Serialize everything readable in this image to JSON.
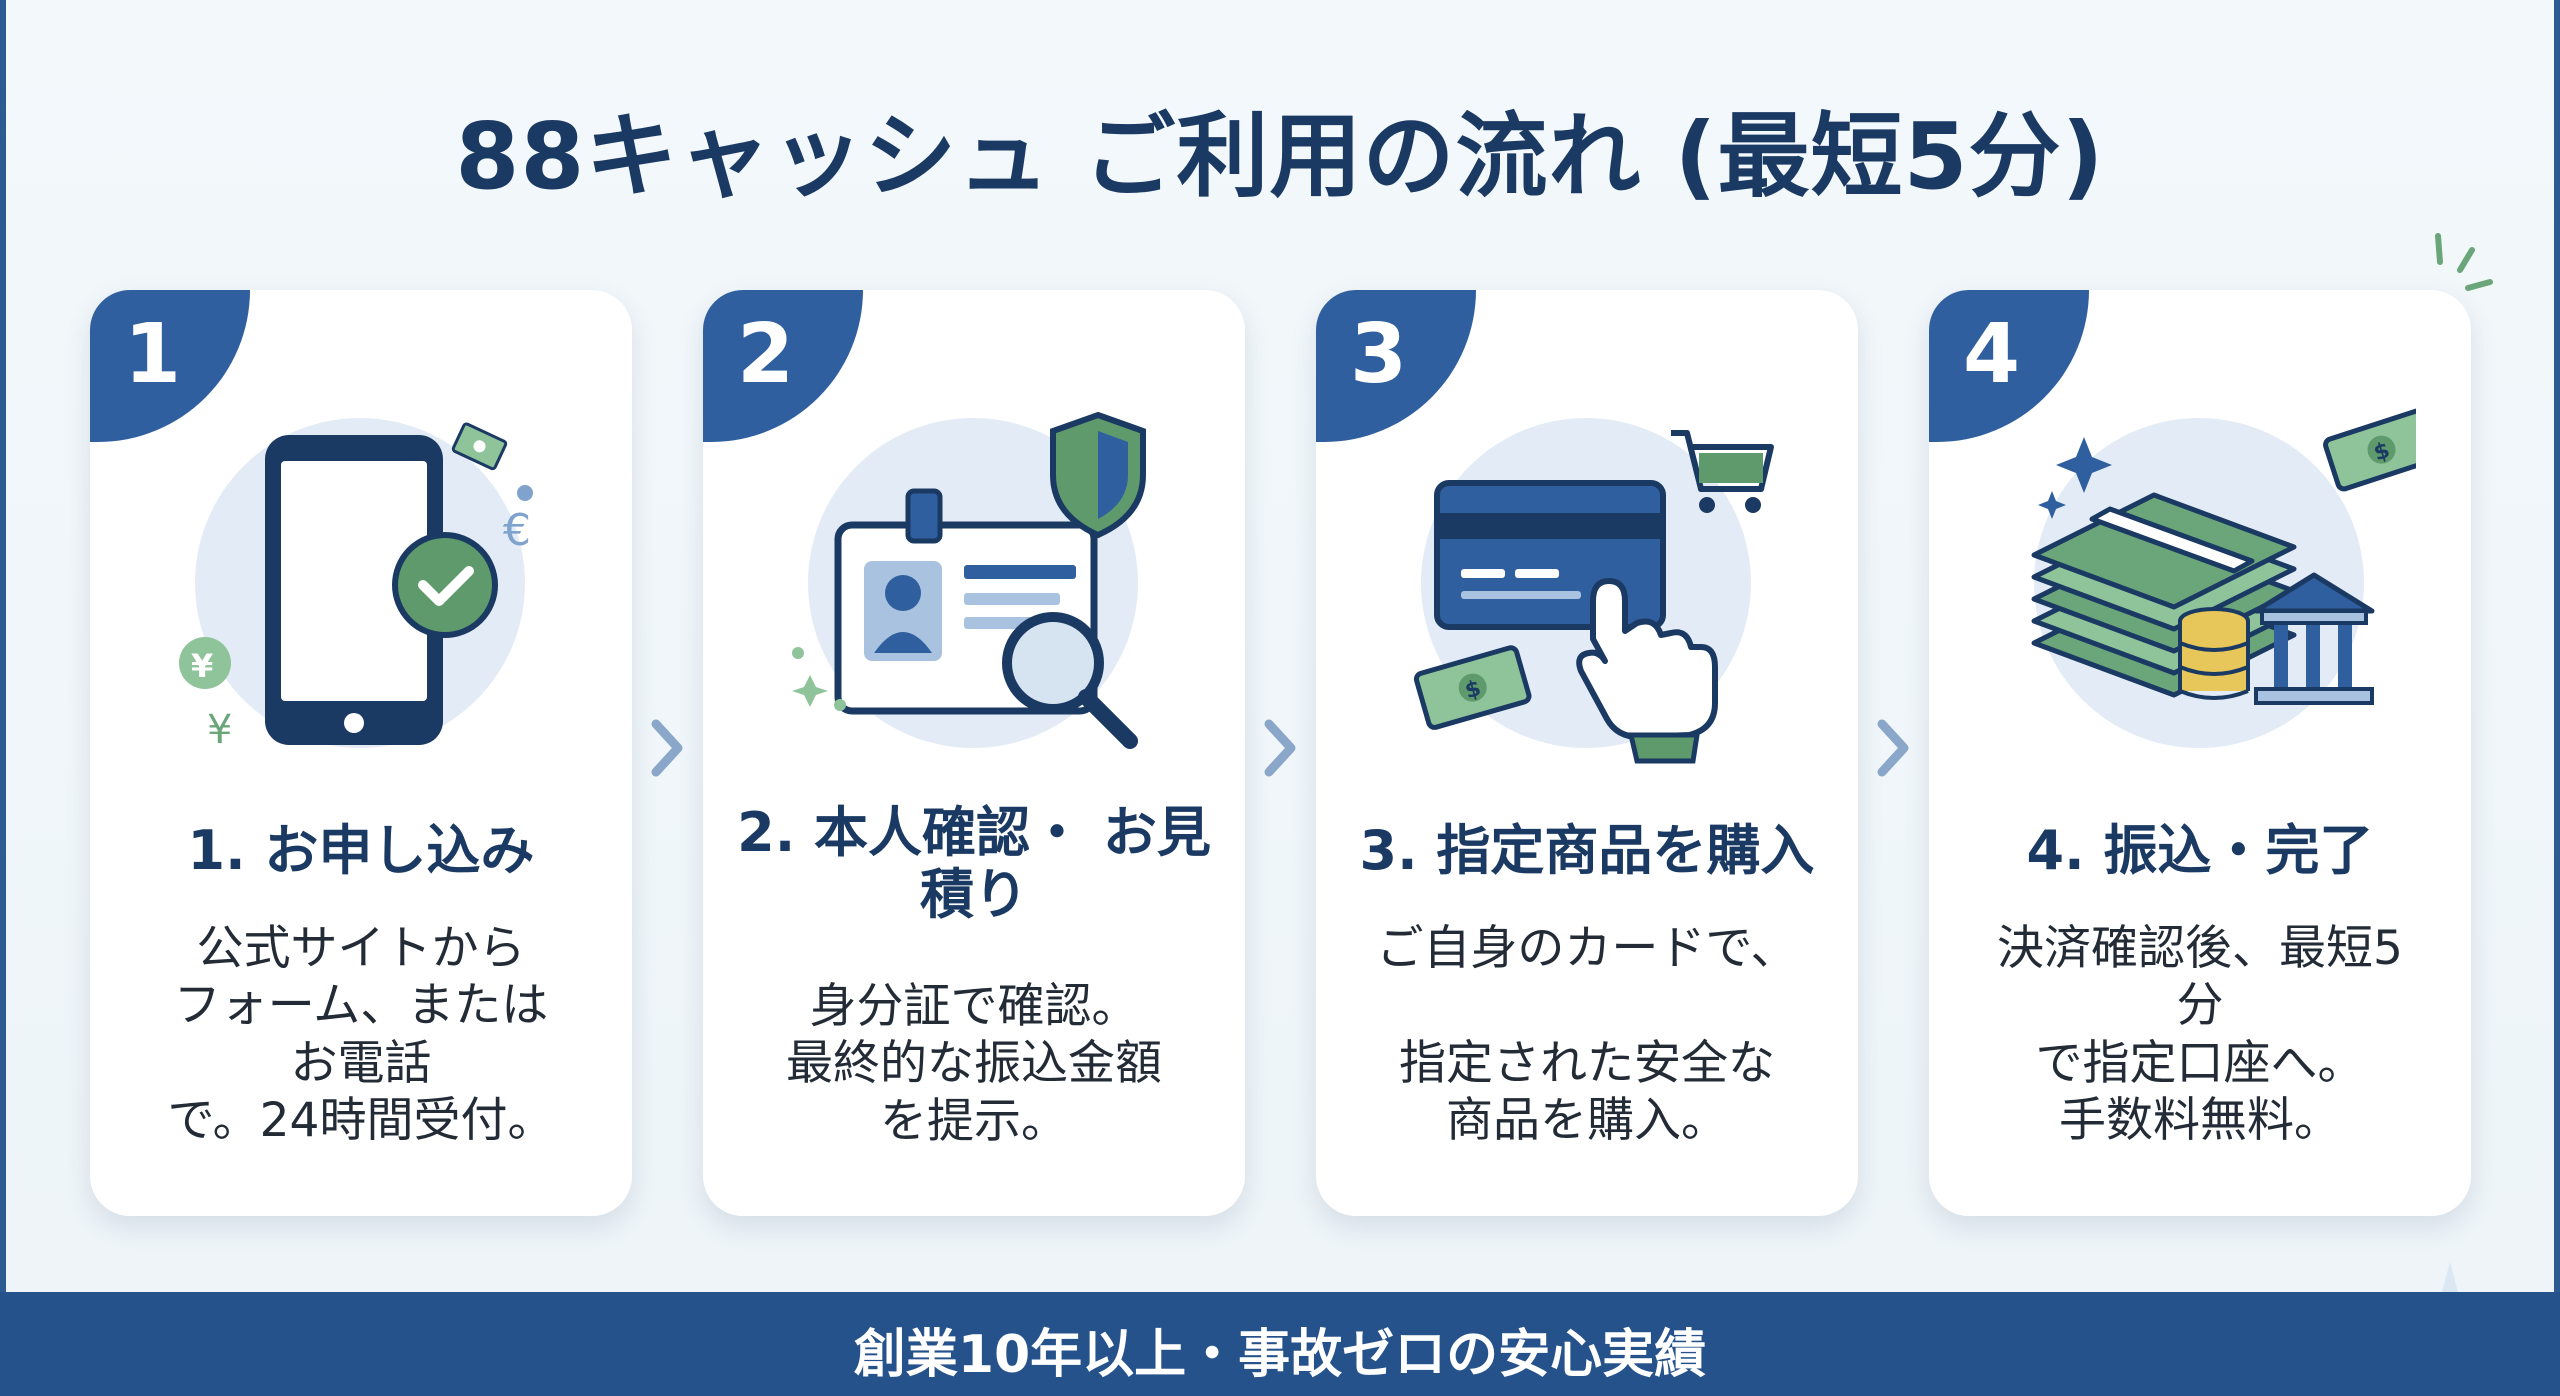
{
  "title": "88キャッシュ ご利用の流れ (最短5分)",
  "colors": {
    "navy": "#1b3a63",
    "blue": "#2f5f9e",
    "green": "#5e9a6b",
    "light_blue": "#e3ecf6"
  },
  "steps": [
    {
      "number": "1",
      "title": "1. お申し込み",
      "description": "公式サイトから\nフォーム、または\nお電話\nで。24時間受付。",
      "icon": "smartphone-check-icon"
    },
    {
      "number": "2",
      "title": "2. 本人確認・\nお見積り",
      "description": "身分証で確認。\n最終的な振込金額\nを提示。",
      "icon": "id-card-shield-icon"
    },
    {
      "number": "3",
      "title": "3. 指定商品を購入",
      "description": "ご自身のカードで、\n\n指定された安全な\n商品を購入。",
      "icon": "credit-card-cart-icon"
    },
    {
      "number": "4",
      "title": "4. 振込・完了",
      "description": "決済確認後、最短5\n分\nで指定口座へ。\n手数料無料。",
      "icon": "money-bank-icon"
    }
  ],
  "footer": "創業10年以上・事故ゼロの安心実績"
}
